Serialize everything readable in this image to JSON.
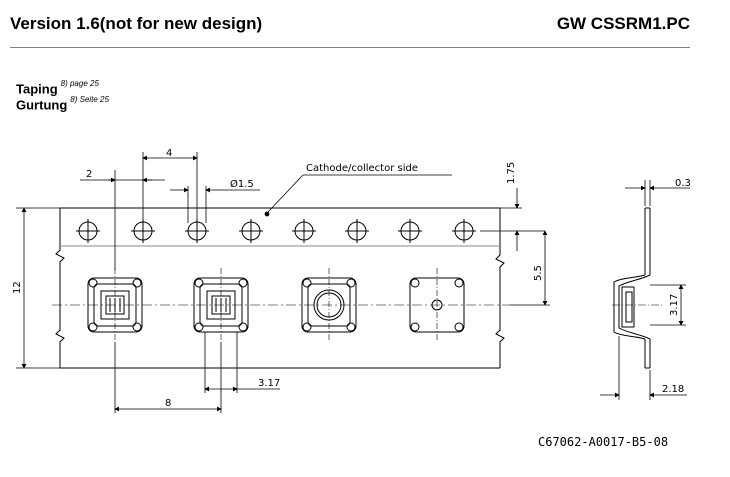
{
  "header": {
    "version": "Version 1.6(not for new design)",
    "part_number": "GW CSSRM1.PC"
  },
  "section": {
    "title_en": "Taping",
    "ref_en": "8) page 25",
    "title_de": "Gurtung",
    "ref_de": "8) Seite 25"
  },
  "drawing": {
    "label_cathode": "Cathode/collector side",
    "dim_pitch_holes": "4",
    "dim_hole_offset": "2",
    "dim_hole_diameter": "Ø1.5",
    "dim_tape_width": "12",
    "dim_pocket_pitch": "8",
    "dim_pocket_width": "3.17",
    "dim_edge_to_hole": "1.75",
    "dim_hole_to_center": "5.5",
    "dim_thickness": "0.3",
    "dim_side_width": "3.17",
    "dim_depth": "2.18",
    "drawing_number": "C67062-A0017-B5-08"
  }
}
